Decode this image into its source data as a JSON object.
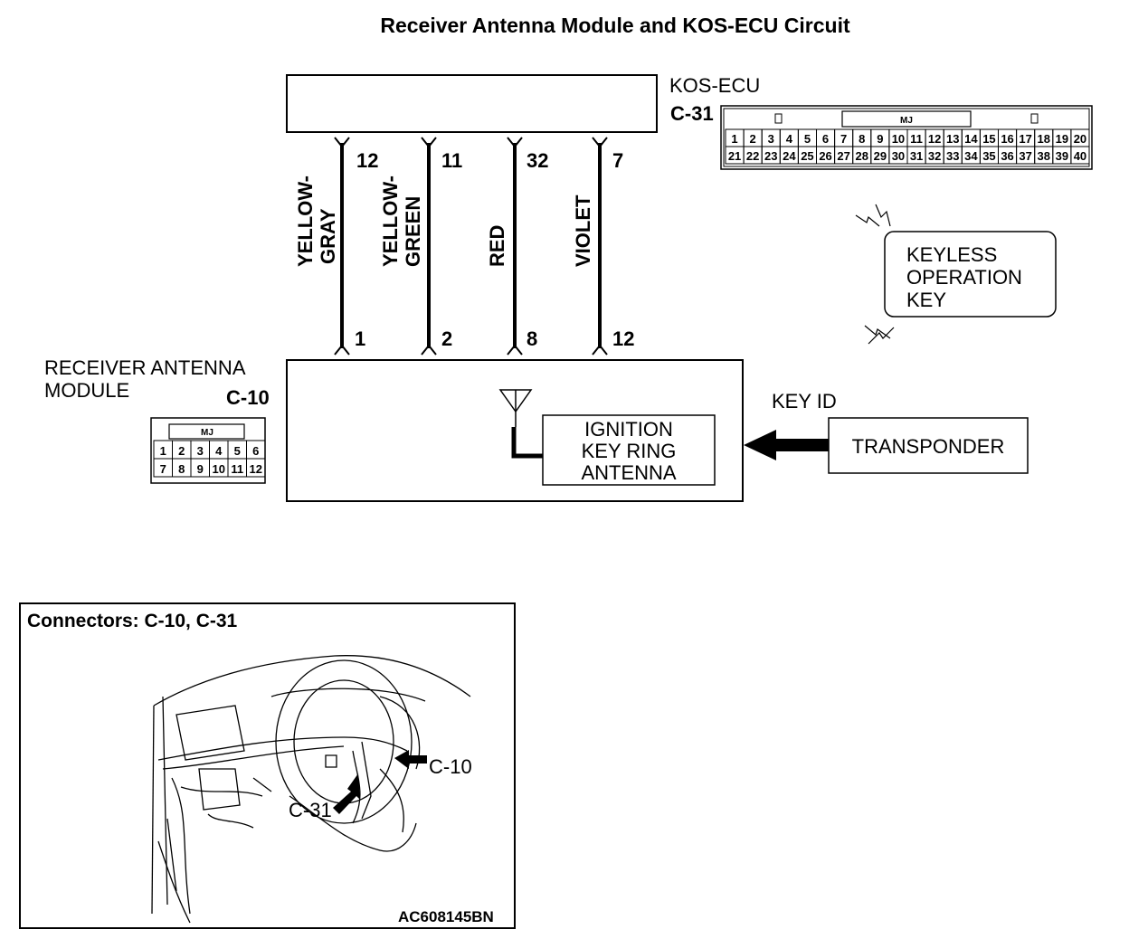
{
  "title": "Receiver Antenna  Module and KOS-ECU Circuit",
  "ecu": {
    "name": "KOS-ECU",
    "connector": "C-31"
  },
  "module": {
    "name_line1": "RECEIVER ANTENNA",
    "name_line2": "MODULE",
    "connector": "C-10"
  },
  "wires": [
    {
      "color_line1": "YELLOW-",
      "color_line2": "GRAY",
      "ecu_pin": "12",
      "module_pin": "1"
    },
    {
      "color_line1": "YELLOW-",
      "color_line2": "GREEN",
      "ecu_pin": "11",
      "module_pin": "2"
    },
    {
      "color_line1": "RED",
      "color_line2": "",
      "ecu_pin": "32",
      "module_pin": "8"
    },
    {
      "color_line1": "VIOLET",
      "color_line2": "",
      "ecu_pin": "7",
      "module_pin": "12"
    }
  ],
  "antenna": {
    "line1": "IGNITION",
    "line2": "KEY RING",
    "line3": "ANTENNA"
  },
  "key_id_label": "KEY ID",
  "transponder": "TRANSPONDER",
  "keyless_key": {
    "line1": "KEYLESS",
    "line2": "OPERATION",
    "line3": "KEY"
  },
  "c31_connector": {
    "tag": "MJ",
    "row1": [
      "1",
      "2",
      "3",
      "4",
      "5",
      "6",
      "7",
      "8",
      "9",
      "10",
      "11",
      "12",
      "13",
      "14",
      "15",
      "16",
      "17",
      "18",
      "19",
      "20"
    ],
    "row2": [
      "21",
      "22",
      "23",
      "24",
      "25",
      "26",
      "27",
      "28",
      "29",
      "30",
      "31",
      "32",
      "33",
      "34",
      "35",
      "36",
      "37",
      "38",
      "39",
      "40"
    ]
  },
  "c10_connector": {
    "tag": "MJ",
    "row1": [
      "1",
      "2",
      "3",
      "4",
      "5",
      "6"
    ],
    "row2": [
      "7",
      "8",
      "9",
      "10",
      "11",
      "12"
    ]
  },
  "connector_panel": {
    "caption": "Connectors: C-10, C-31",
    "callout_c10": "C-10",
    "callout_c31": "C-31",
    "figure_code": "AC608145BN"
  }
}
